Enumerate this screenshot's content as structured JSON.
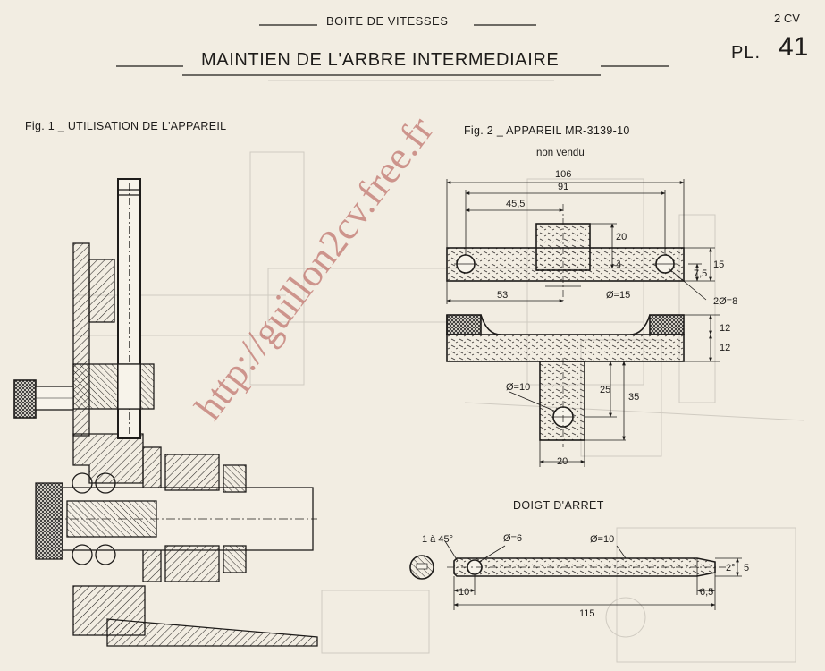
{
  "header": {
    "section": "BOITE DE VITESSES",
    "title": "MAINTIEN DE L'ARBRE INTERMEDIAIRE",
    "model": "2 CV",
    "plate_label": "PL.",
    "plate_number": "41"
  },
  "figures": {
    "fig1_caption": "Fig. 1 _ UTILISATION DE L'APPAREIL",
    "fig2_caption": "Fig. 2 _ APPAREIL MR-3139-10",
    "fig2_subtitle": "non vendu",
    "doigt_caption": "DOIGT D'ARRET"
  },
  "dimensions": {
    "overall": "106",
    "between_holes": "91",
    "to_block": "45,5",
    "block_height": "20",
    "plate_height": "15",
    "hole_offset": "7,5",
    "small": "4",
    "left_offset": "53",
    "center_dia": "Ø=15",
    "hole_dia": "2Ø=8",
    "side_top": "12",
    "side_bottom": "12",
    "stem_inner": "25",
    "stem_outer": "35",
    "stem_dia": "Ø=10",
    "stem_width": "20",
    "pin_chamfer": "1 à 45°",
    "pin_hole": "Ø=6",
    "pin_dia": "Ø=10",
    "pin_head": "10",
    "pin_flat": "6,5",
    "pin_length": "115",
    "pin_angle": "2°",
    "pin_end": "5"
  },
  "watermark": "http://guillon2cv.free.fr",
  "colors": {
    "paper": "#f2ede2",
    "ink": "#1e1c1a",
    "watermark": "#b04b46"
  }
}
